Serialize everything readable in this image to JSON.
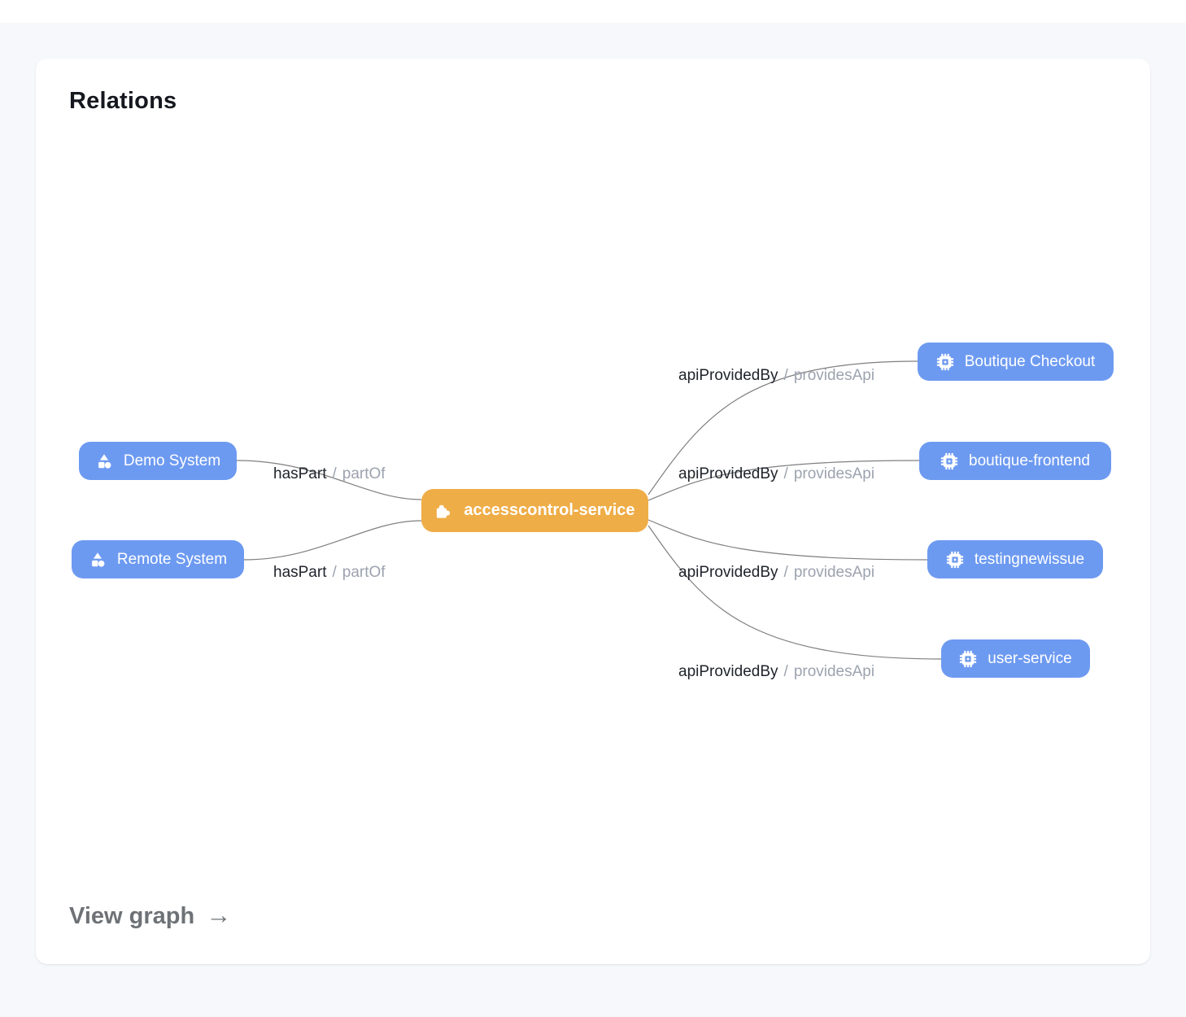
{
  "card": {
    "title": "Relations",
    "footer_link": {
      "label": "View graph",
      "arrow": "→"
    }
  },
  "graph": {
    "center_node": {
      "label": "accesscontrol-service",
      "icon": "puzzle-icon",
      "color": "#efad47"
    },
    "left_nodes": [
      {
        "label": "Demo System",
        "icon": "system-icon",
        "color": "#6d9af1"
      },
      {
        "label": "Remote System",
        "icon": "system-icon",
        "color": "#6d9af1"
      }
    ],
    "right_nodes": [
      {
        "label": "Boutique Checkout",
        "icon": "chip-icon",
        "color": "#6d9af1"
      },
      {
        "label": "boutique-frontend",
        "icon": "chip-icon",
        "color": "#6d9af1"
      },
      {
        "label": "testingnewissue",
        "icon": "chip-icon",
        "color": "#6d9af1"
      },
      {
        "label": "user-service",
        "icon": "chip-icon",
        "color": "#6d9af1"
      }
    ],
    "edge_labels": {
      "left": {
        "primary": "hasPart",
        "separator": "/",
        "secondary": "partOf"
      },
      "right": {
        "primary": "apiProvidedBy",
        "separator": "/",
        "secondary": "providesApi"
      }
    },
    "edge_color": "#7f7f7f"
  }
}
